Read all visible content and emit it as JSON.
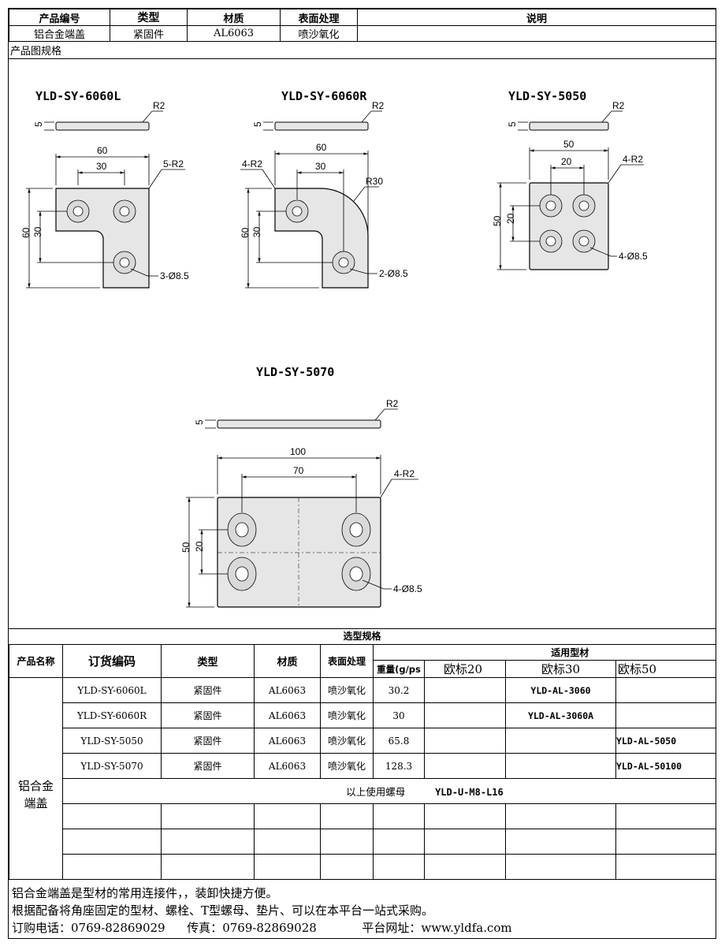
{
  "header": {
    "cols": [
      "产品编号",
      "类型",
      "材质",
      "表面处理",
      "说明"
    ],
    "values": [
      "铝合金端盖",
      "紧固件",
      "AL6063",
      "喷沙氧化",
      ""
    ]
  },
  "section_label": "产品图规格",
  "drawings": {
    "d1": {
      "title": "YLD-SY-6060L",
      "r": "R2",
      "t": "5",
      "w": "60",
      "w2": "30",
      "corner": "5-R2",
      "h": "60",
      "h2": "30",
      "holes": "3-Ø8.5"
    },
    "d2": {
      "title": "YLD-SY-6060R",
      "r": "R2",
      "t": "5",
      "w": "60",
      "w2": "30",
      "corner": "4-R2",
      "big_r": "R30",
      "h": "60",
      "h2": "30",
      "holes": "2-Ø8.5"
    },
    "d3": {
      "title": "YLD-SY-5050",
      "r": "R2",
      "t": "5",
      "w": "50",
      "w2": "20",
      "corner": "4-R2",
      "h": "50",
      "h2": "20",
      "holes": "4-Ø8.5"
    },
    "d4": {
      "title": "YLD-SY-5070",
      "r": "R2",
      "t": "5",
      "w": "100",
      "w2": "70",
      "corner": "4-R2",
      "h": "50",
      "h2": "20",
      "holes": "4-Ø8.5"
    }
  },
  "selection": {
    "title": "选型规格",
    "headers": {
      "name": "产品名称",
      "code": "订货编码",
      "type": "类型",
      "material": "材质",
      "surface": "表面处理",
      "weight": "重量(g/ps",
      "applicable": "适用型材",
      "eu20": "欧标20",
      "eu30": "欧标30",
      "eu50": "欧标50"
    },
    "product_name": "铝合金端盖",
    "rows": [
      {
        "code": "YLD-SY-6060L",
        "type": "紧固件",
        "material": "AL6063",
        "surface": "喷沙氧化",
        "weight": "30.2",
        "eu20": "",
        "eu30": "YLD-AL-3060",
        "eu50": ""
      },
      {
        "code": "YLD-SY-6060R",
        "type": "紧固件",
        "material": "AL6063",
        "surface": "喷沙氧化",
        "weight": "30",
        "eu20": "",
        "eu30": "YLD-AL-3060A",
        "eu50": ""
      },
      {
        "code": "YLD-SY-5050",
        "type": "紧固件",
        "material": "AL6063",
        "surface": "喷沙氧化",
        "weight": "65.8",
        "eu20": "",
        "eu30": "",
        "eu50": "YLD-AL-5050"
      },
      {
        "code": "YLD-SY-5070",
        "type": "紧固件",
        "material": "AL6063",
        "surface": "喷沙氧化",
        "weight": "128.3",
        "eu20": "",
        "eu30": "",
        "eu50": "YLD-AL-50100"
      }
    ],
    "nut_note": "以上使用螺母",
    "nut_code": "YLD-U-M8-L16"
  },
  "notes": {
    "line1": "铝合金端盖是型材的常用连接件，，装卸快捷方便。",
    "line2": "根据配备将角座固定的型材、螺栓、T型螺母、垫片、可以在本平台一站式采购。",
    "phone_label": "订购电话：",
    "phone": "0769-82869029",
    "fax_label": "传真：",
    "fax": "0769-82869028",
    "site_label": "平台网址：",
    "site": "www.yldfa.com"
  }
}
